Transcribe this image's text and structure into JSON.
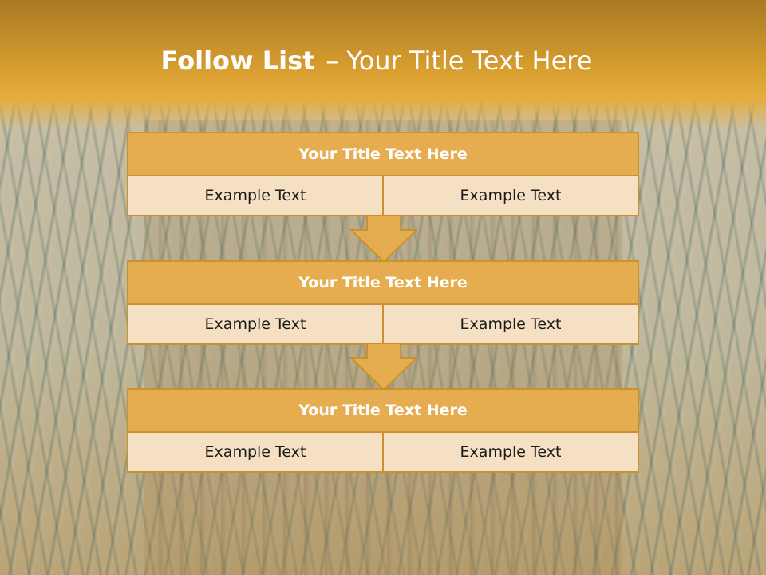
{
  "header": {
    "title_bold": "Follow List",
    "separator": "–",
    "title_rest": "Your Title Text Here"
  },
  "blocks": [
    {
      "title": "Your Title Text Here",
      "cells": [
        "Example Text",
        "Example Text"
      ]
    },
    {
      "title": "Your Title Text Here",
      "cells": [
        "Example Text",
        "Example Text"
      ]
    },
    {
      "title": "Your Title Text Here",
      "cells": [
        "Example Text",
        "Example Text"
      ]
    }
  ],
  "colors": {
    "header": "#d89e2e",
    "block_title": "#e6ad50",
    "block_border": "#c9922c",
    "cell_fill": "#f6e0c3"
  },
  "icons": [
    "down-arrow-icon",
    "down-arrow-icon"
  ]
}
